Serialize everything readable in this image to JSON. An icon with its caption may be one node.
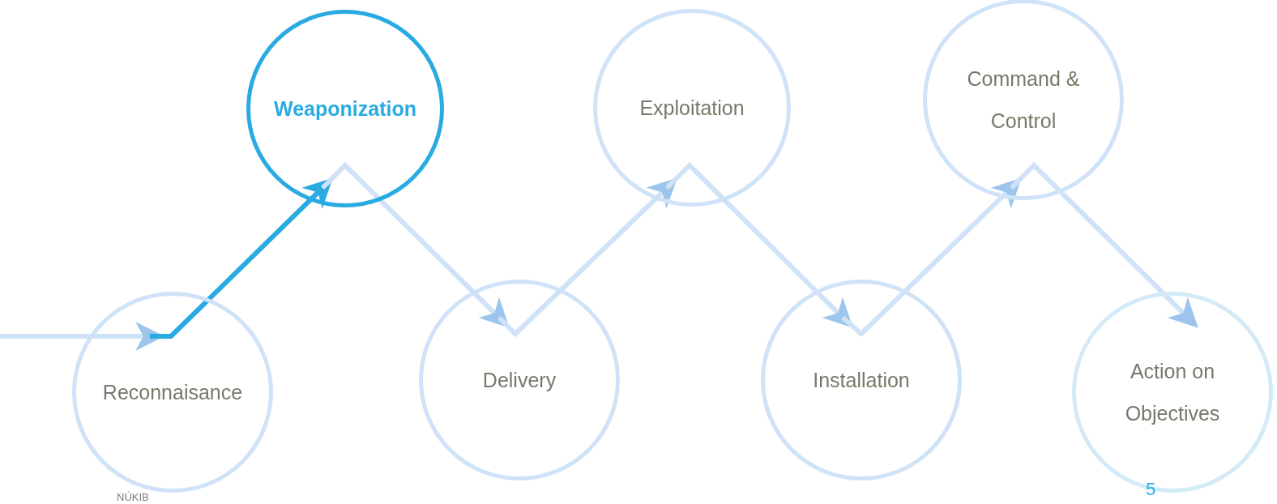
{
  "diagram": {
    "nodes": [
      {
        "text": [
          "Reconnaisance"
        ]
      },
      {
        "text": [
          "Weaponization"
        ]
      },
      {
        "text": [
          "Delivery"
        ]
      },
      {
        "text": [
          "Exploitation"
        ]
      },
      {
        "text": [
          "Installation"
        ]
      },
      {
        "text": [
          "Command & Control"
        ]
      },
      {
        "text": [
          "Action on Objectives"
        ]
      }
    ],
    "edges": [
      {
        "from": null,
        "to": 0,
        "arrow": "to"
      },
      {
        "from": 0,
        "to": 1,
        "arrow": "to",
        "color": "#29abe2"
      },
      {
        "from": 1,
        "to": 2,
        "arrow": "to"
      },
      {
        "from": 2,
        "to": 3,
        "arrow": "to"
      },
      {
        "from": 3,
        "to": 4,
        "arrow": "to"
      },
      {
        "from": 4,
        "to": 5,
        "arrow": "to"
      },
      {
        "from": 5,
        "to": 6,
        "arrow": "to"
      }
    ],
    "labels": [
      "NÚKIB",
      "5"
    ]
  }
}
